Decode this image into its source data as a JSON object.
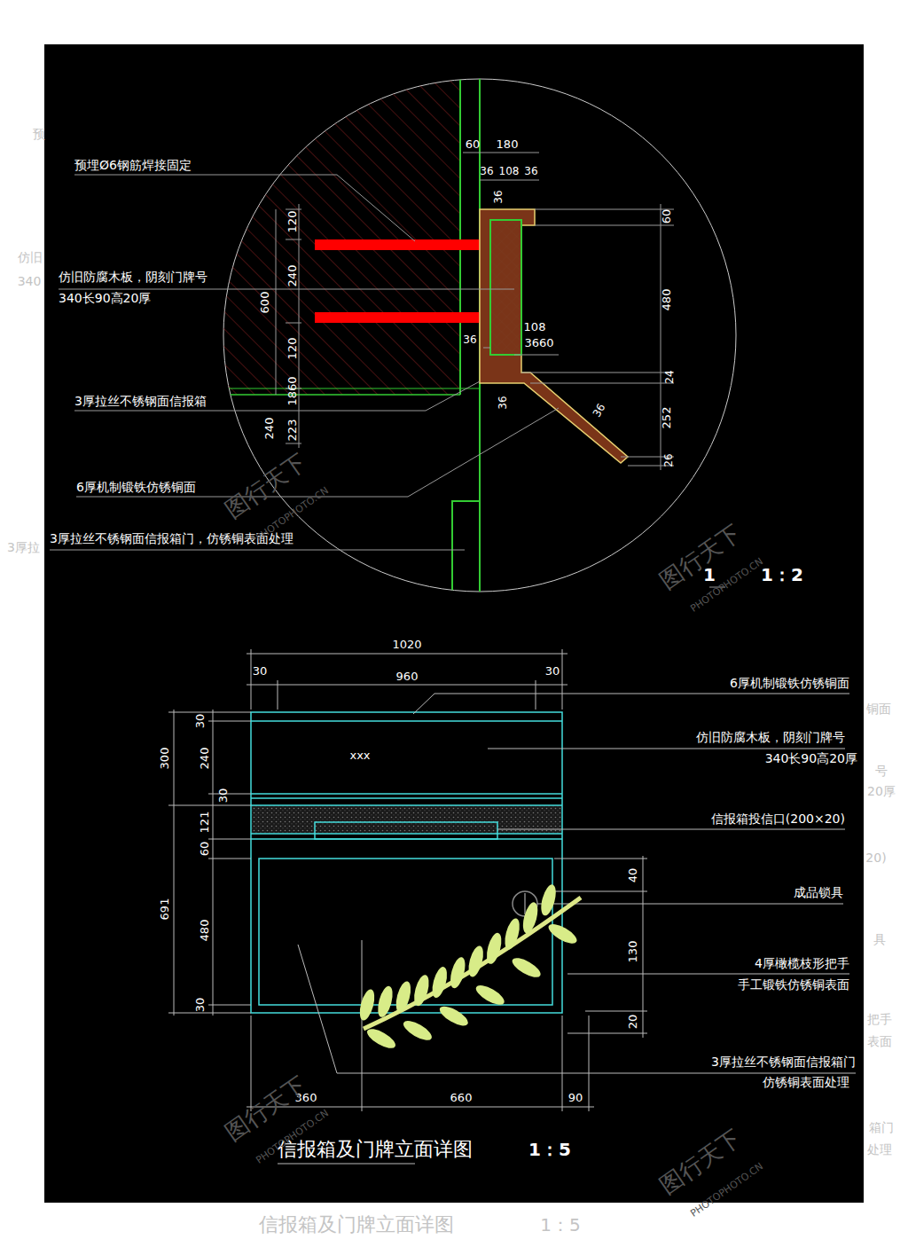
{
  "diagram": {
    "title": "信报箱及门牌立面详图",
    "labels": [
      "预埋Ø6钢筋焊接固定",
      "仿旧防腐木板，阴刻门牌号",
      "340长90高20厚",
      "3厚拉丝不锈钢面信报箱",
      "6厚机制锻铁仿锈铜面",
      "3厚拉丝不锈钢面信报箱门，仿锈铜表面处理",
      "60",
      "180",
      "36",
      "108",
      "36",
      "36",
      "60",
      "480",
      "108",
      "3660",
      "36",
      "24",
      "36",
      "36",
      "252",
      "26",
      "120",
      "240",
      "600",
      "120",
      "1860",
      "240",
      "223",
      "1",
      "1：2",
      "1020",
      "30",
      "960",
      "30",
      "300",
      "30",
      "240",
      "30",
      "121",
      "60",
      "691",
      "480",
      "30",
      "40",
      "130",
      "20",
      "360",
      "660",
      "90",
      "xxx",
      "6厚机制锻铁仿锈铜面",
      "仿旧防腐木板，阴刻门牌号",
      "340长90高20厚",
      "信报箱投信口(200×20)",
      "成品锁具",
      "4厚橄榄枝形把手",
      "手工锻铁仿锈铜表面",
      "3厚拉丝不锈钢面信报箱门",
      "仿锈铜表面处理",
      "1：5",
      "信报箱及门牌立面详图",
      "1：5",
      "预",
      "仿旧",
      "340",
      "3厚拉",
      "铜面",
      "号",
      "20厚",
      "20)",
      "具",
      "把手",
      "表面",
      "箱门",
      "处理",
      "图行天下",
      "PHOTOPHOTO.CN",
      "图行天下",
      "PHOTOPHOTO.CN",
      "图行天下",
      "PHOTOPHOTO.CN",
      "图行天下",
      "PHOTOPHOTO.CN"
    ]
  }
}
